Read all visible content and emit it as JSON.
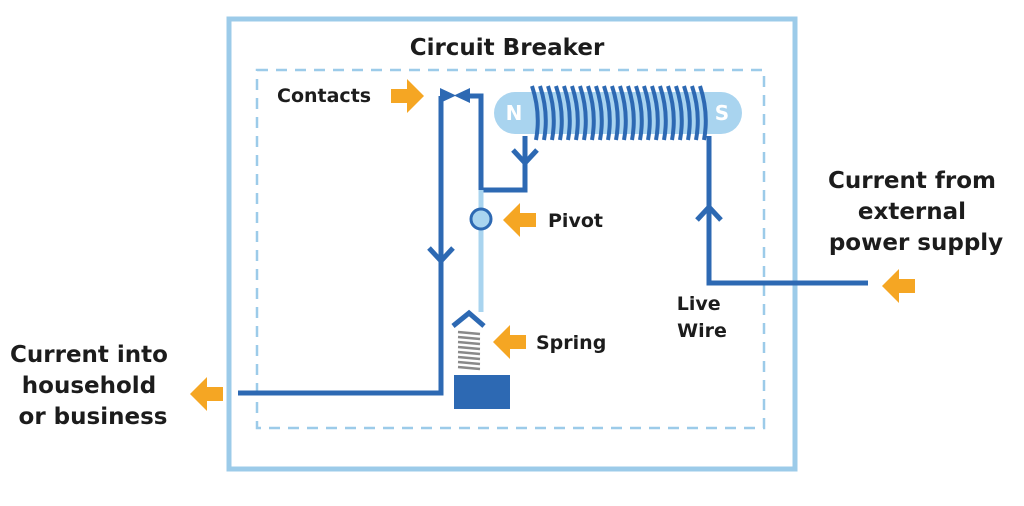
{
  "title": "Circuit Breaker",
  "labels": {
    "contacts": "Contacts",
    "pivot": "Pivot",
    "spring": "Spring",
    "live_wire": [
      "Live",
      "Wire"
    ],
    "current_from": [
      "Current from",
      "external",
      "power supply"
    ],
    "current_into": [
      "Current into",
      "household",
      "or business"
    ]
  },
  "magnet": {
    "north": "N",
    "south": "S"
  },
  "colors": {
    "frame": "#9ccbe9",
    "wire": "#2d69b3",
    "arrow": "#f5a623",
    "magnet": "#a9d4ef",
    "text": "#1c1c1c"
  },
  "icons": [
    "right-arrow-icon",
    "left-arrow-icon",
    "flow-arrow-icon"
  ]
}
